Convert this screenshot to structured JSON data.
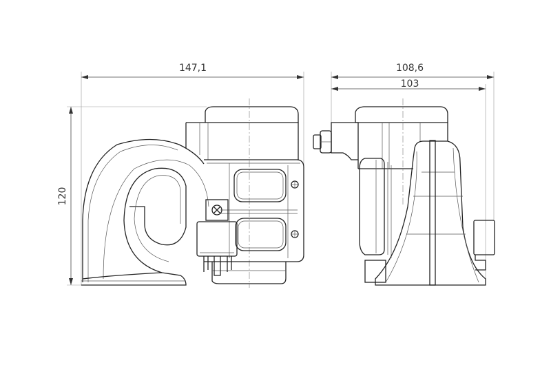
{
  "drawing": {
    "units": "mm",
    "side_view": {
      "overall_width_label": "147,1",
      "overall_height_label": "120"
    },
    "front_view": {
      "overall_width_label": "108,6",
      "body_width_label": "103"
    },
    "line_color": "#222222"
  }
}
